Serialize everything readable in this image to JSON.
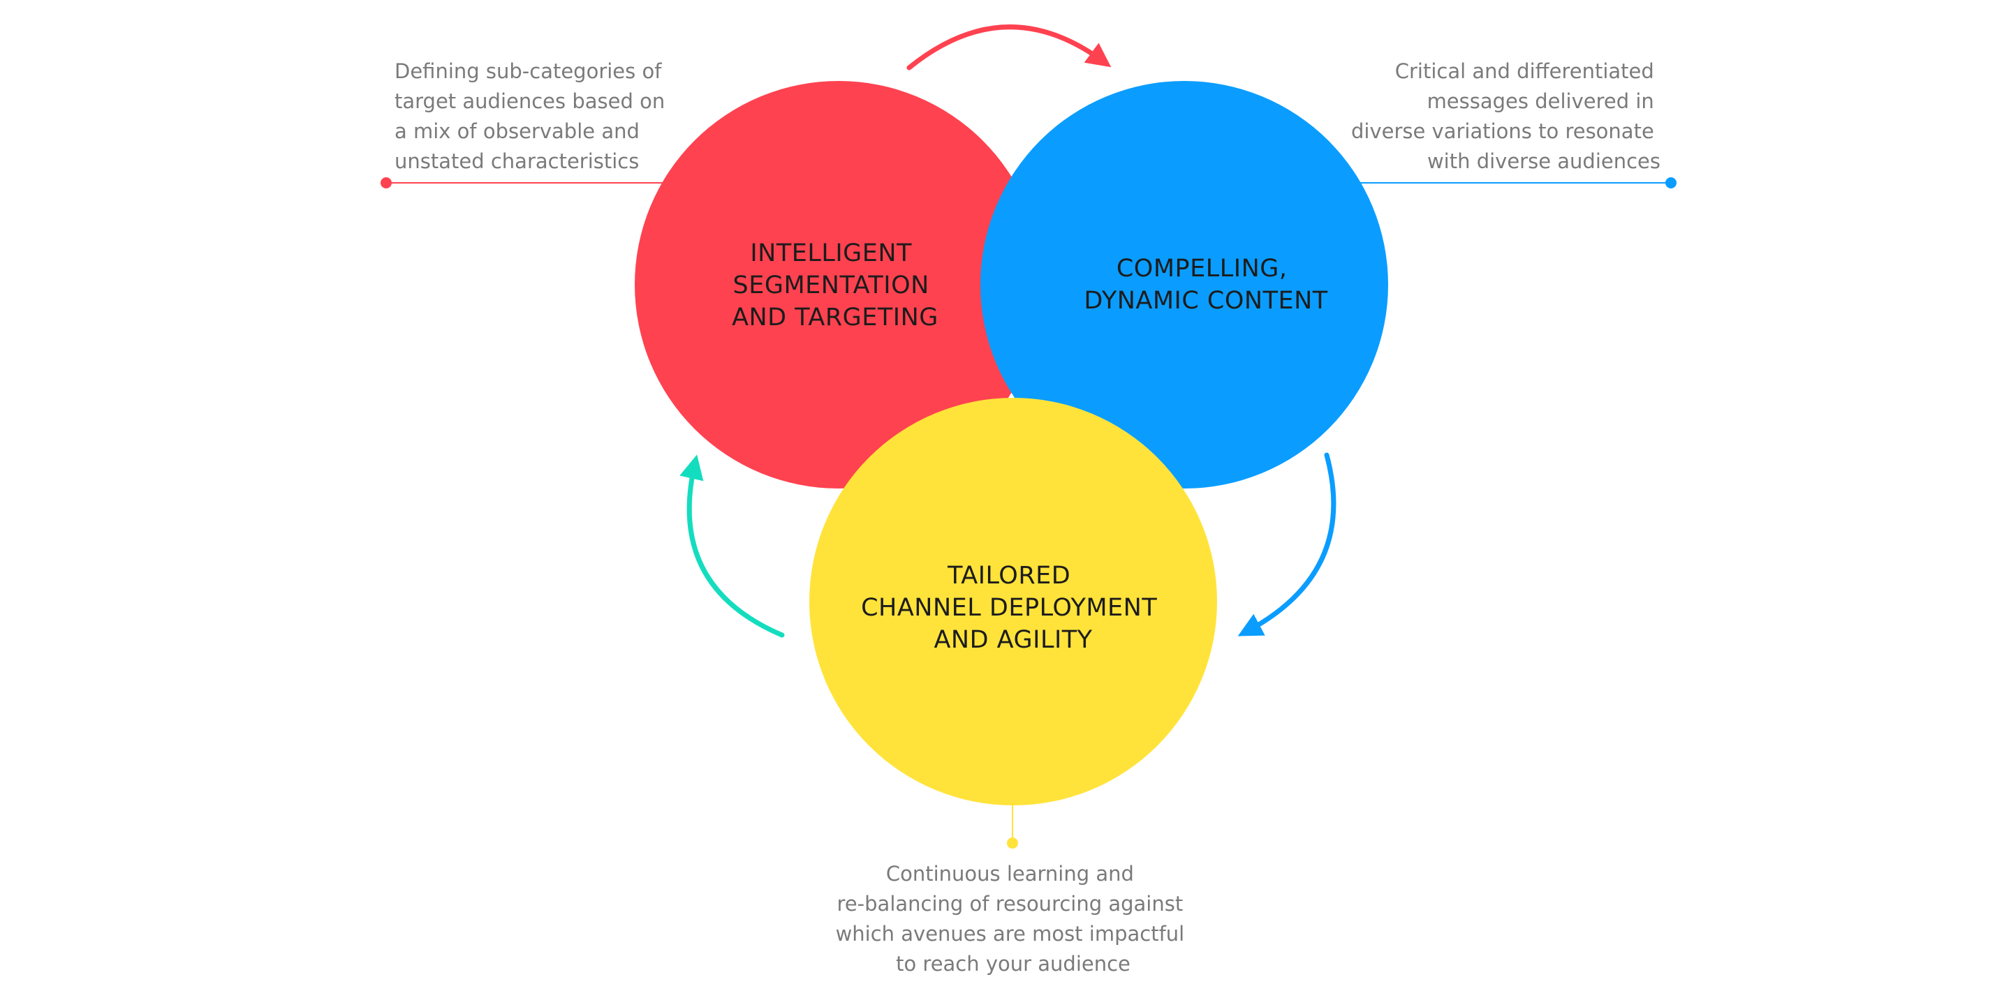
{
  "colors": {
    "red": "#FF4250",
    "blue": "#0A9DFF",
    "yellow": "#FFE33A",
    "teal": "#14DDBF",
    "title_text": "#1c1c1c",
    "note_text": "#7a7a7a"
  },
  "circles": {
    "segmentation": {
      "lines": [
        "INTELLIGENT",
        "SEGMENTATION",
        "AND TARGETING"
      ]
    },
    "content": {
      "lines": [
        "COMPELLING,",
        "DYNAMIC CONTENT"
      ]
    },
    "channel": {
      "lines": [
        "TAILORED",
        "CHANNEL DEPLOYMENT",
        "AND AGILITY"
      ]
    }
  },
  "notes": {
    "segmentation": [
      "Defining sub-categories of",
      "target audiences based on",
      "a mix of observable and",
      "unstated characteristics"
    ],
    "content": [
      "Critical and differentiated",
      "messages delivered in",
      "diverse variations to resonate",
      "with diverse audiences"
    ],
    "channel": [
      "Continuous learning and",
      "re-balancing of resourcing against",
      "which avenues are most impactful",
      "to reach your audience"
    ]
  }
}
